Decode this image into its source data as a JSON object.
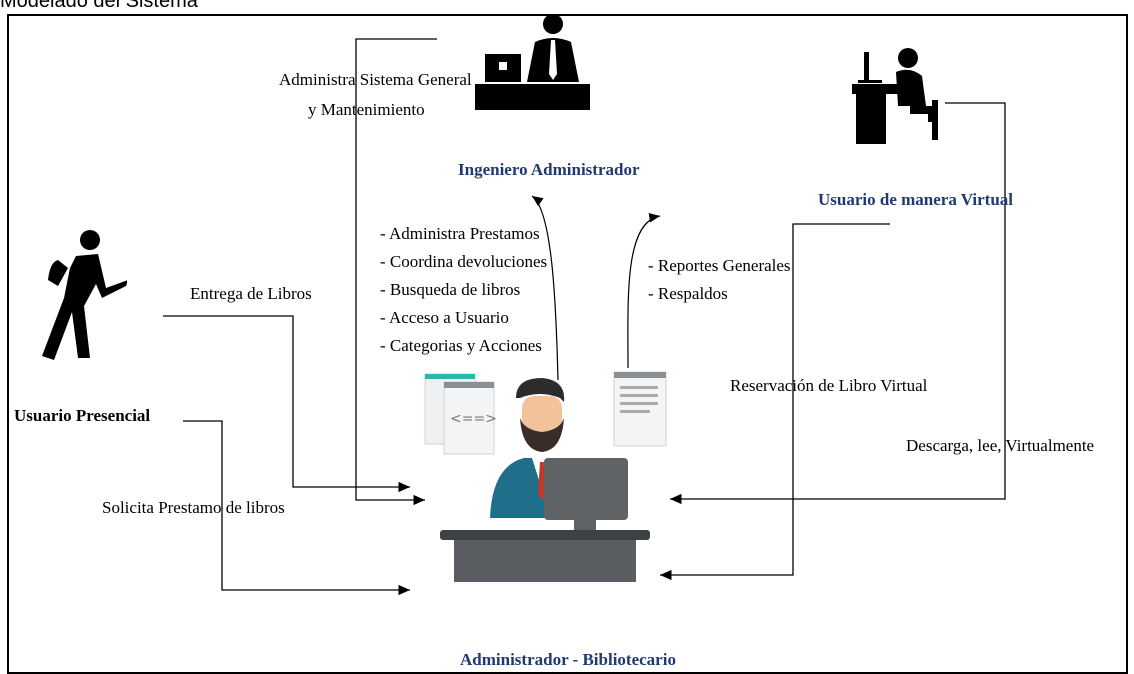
{
  "top_title": "Modelado del Sistema",
  "labels": {
    "admin_system_line1": "Administra Sistema General",
    "admin_system_line2": "y Mantenimiento",
    "entrega": "Entrega de Libros",
    "solicita": "Solicita Prestamo de libros",
    "reservacion": "Reservación de Libro Virtual",
    "descarga": "Descarga, lee, Virtualmente"
  },
  "roles": {
    "engineer": "Ingeniero Administrador",
    "virtual_user": "Usuario de manera Virtual",
    "presencial_user": "Usuario Presencial",
    "librarian": "Administrador - Bibliotecario"
  },
  "left_tasks": [
    "- Administra Prestamos",
    "- Coordina devoluciones",
    "- Busqueda de libros",
    "- Acceso a Usuario",
    "- Categorias y Acciones"
  ],
  "right_tasks": [
    "- Reportes Generales",
    "- Respaldos"
  ],
  "icons": {
    "engineer": "person-at-desk-icon",
    "virtual_user": "person-at-computer-icon",
    "presencial_user": "walking-person-icon",
    "librarian": "librarian-at-computer-icon"
  },
  "colors": {
    "role_title": "#1f3a73",
    "shirt": "#1f6f8b",
    "tie": "#c0392b"
  }
}
